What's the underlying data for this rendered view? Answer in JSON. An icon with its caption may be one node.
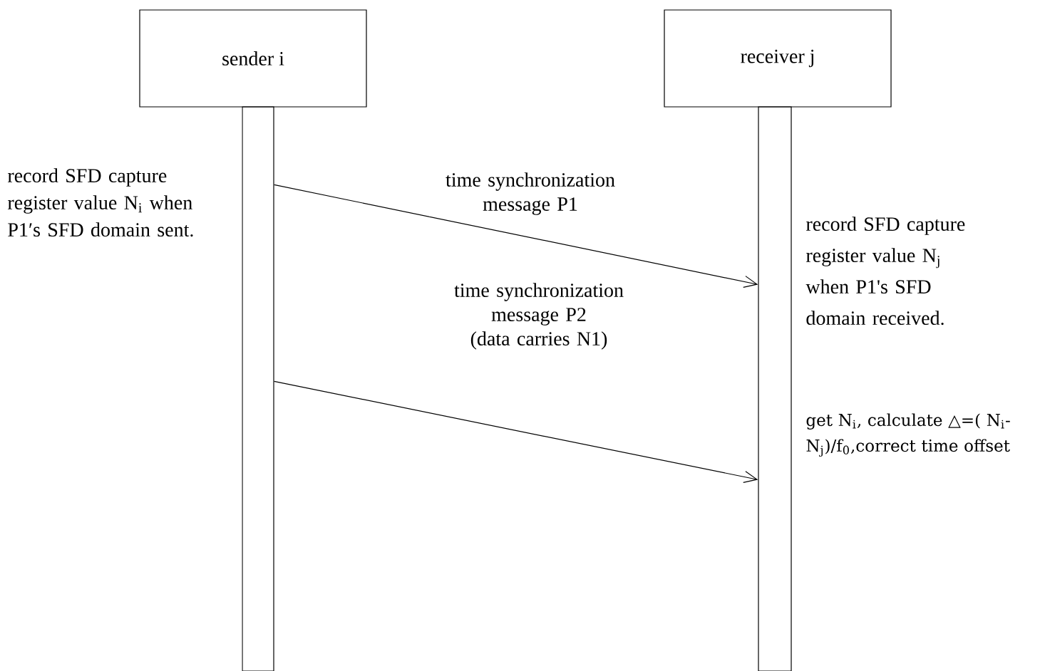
{
  "diagram": {
    "nodes": [
      {
        "text": [
          "sender i"
        ]
      },
      {
        "text": [
          "receiver j"
        ]
      },
      {
        "text": [],
        "shape": "bar",
        "beside": [
          "record SFD capture register value N$_{i}$ when P1′s SFD domain sent."
        ]
      },
      {
        "text": [],
        "shape": "bar",
        "beside": [
          "record SFD capture register value N$_{j}$ when P1's SFD domain received.",
          "get N$_{i}$, calculate △=( N$_{i}$- N$_{j}$)/f$_{0}$,correct time offset"
        ]
      }
    ],
    "edges": [
      {
        "from": 2,
        "to": 3,
        "arrow": "to",
        "label": "time synchronization message P1"
      },
      {
        "from": 2,
        "to": 3,
        "arrow": "to",
        "label": "time synchronization message P2 (data carries N1)"
      }
    ]
  }
}
